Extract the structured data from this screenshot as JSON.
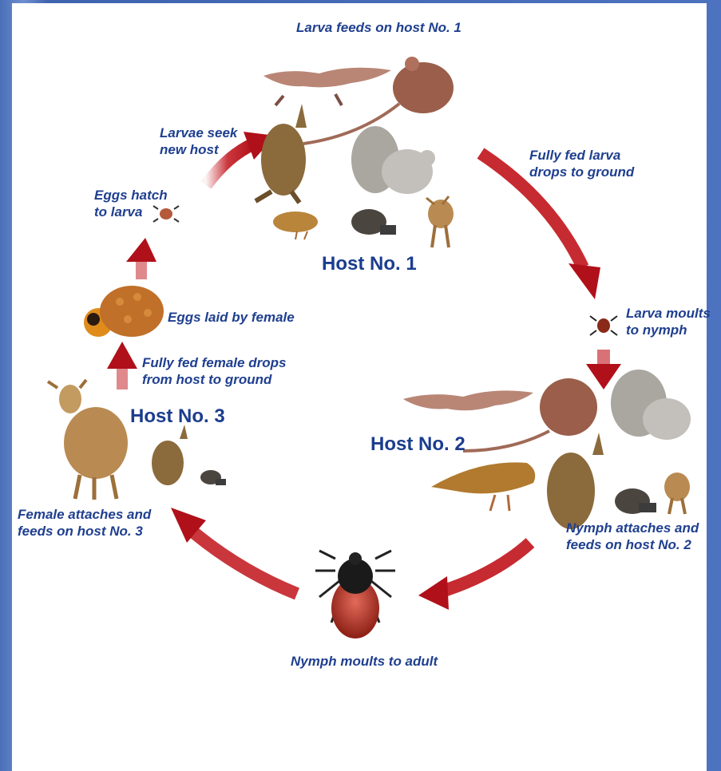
{
  "labels": {
    "larva_feeds": "Larva feeds on host No. 1",
    "larvae_seek": "Larvae seek\nnew host",
    "eggs_hatch": "Eggs hatch\nto larva",
    "eggs_laid": "Eggs laid by female",
    "female_drops": "Fully fed female drops\nfrom host to ground",
    "female_attaches": "Female attaches and\nfeeds on host No. 3",
    "nymph_moults_adult": "Nymph moults to adult",
    "nymph_attaches": "Nymph attaches and\nfeeds on host No. 2",
    "larva_moults": "Larva moults\nto nymph",
    "fully_fed_larva": "Fully fed larva\ndrops to ground"
  },
  "hosts": {
    "host1": "Host No. 1",
    "host2": "Host No. 2",
    "host3": "Host No. 3"
  },
  "colors": {
    "arrow": "#c0141b",
    "text": "#1f3f8f",
    "background_blue": "#4a6fb8"
  },
  "icons": [
    "lizard-icon",
    "mouse-icon",
    "squirrel-icon",
    "hare-icon",
    "bird-icon",
    "hedgehog-icon",
    "deer-icon",
    "tick-icon",
    "egg-mass-icon"
  ]
}
